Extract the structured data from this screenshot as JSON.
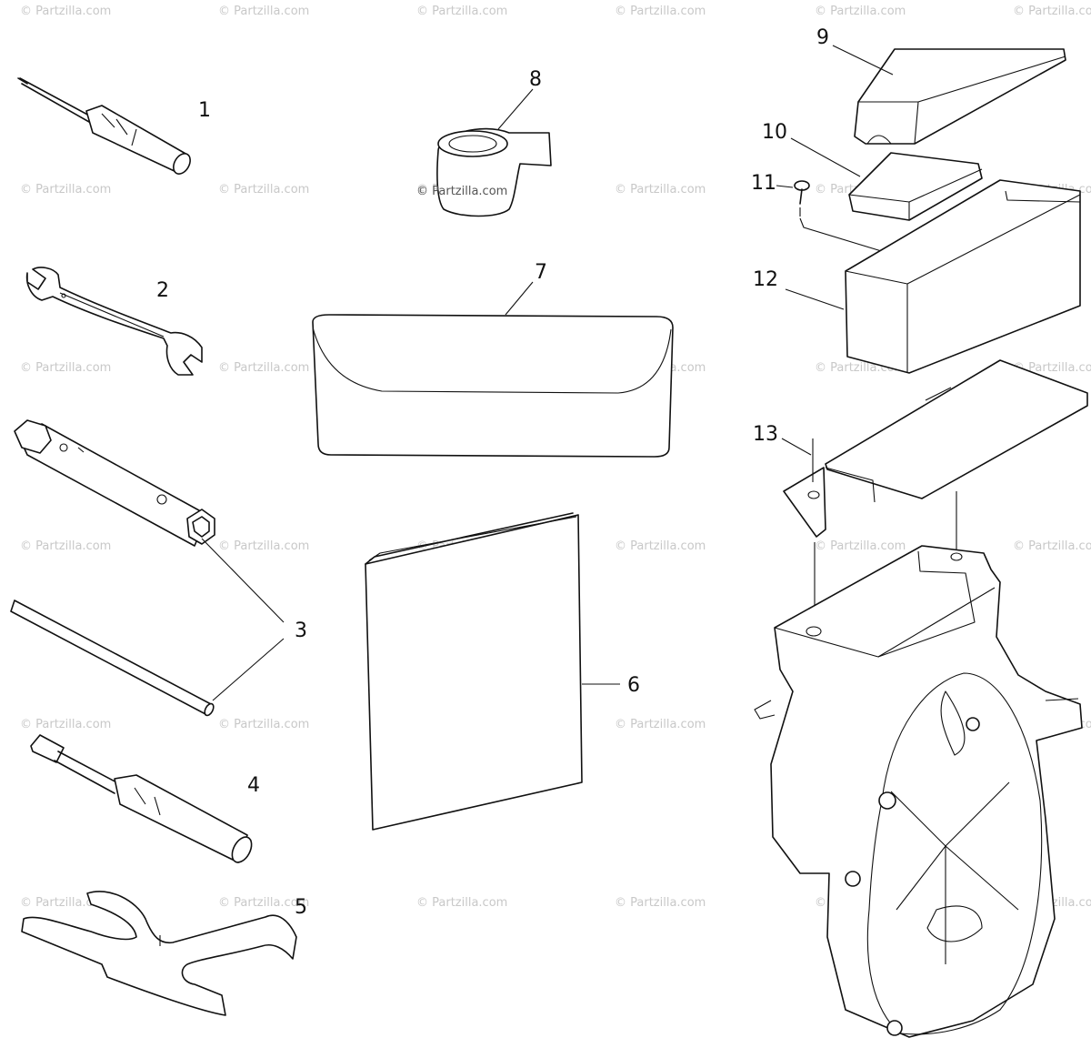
{
  "watermark": "© Partzilla.com",
  "watermark_center": "© Partzilla.com",
  "callouts": {
    "p1": "1",
    "p2": "2",
    "p3": "3",
    "p4": "4",
    "p5": "5",
    "p6": "6",
    "p7": "7",
    "p8": "8",
    "p9": "9",
    "p10": "10",
    "p11": "11",
    "p12": "12",
    "p13": "13"
  },
  "colors": {
    "line": "#111111",
    "background": "#ffffff",
    "watermark": "#c8c8c8"
  }
}
